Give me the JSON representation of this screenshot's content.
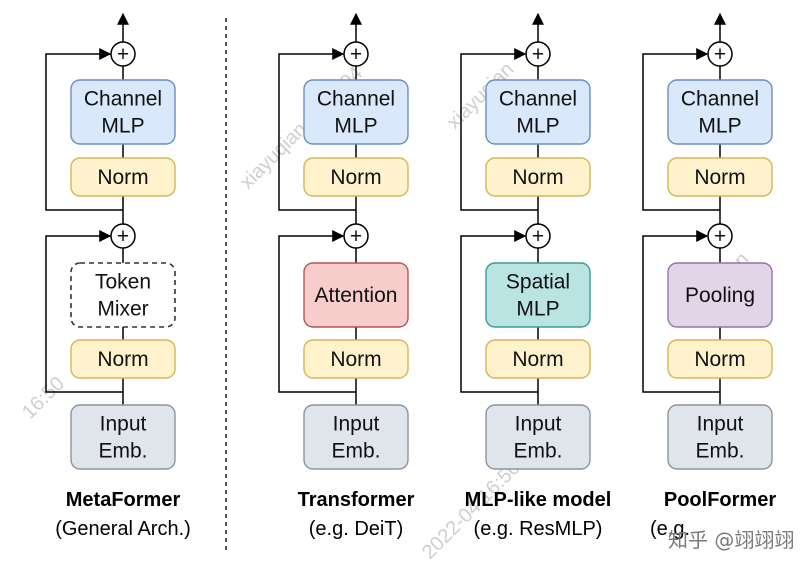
{
  "colors": {
    "mlp": "#dae8fc",
    "mlp_stroke": "#6c8ebf",
    "norm": "#fff2cc",
    "norm_stroke": "#d6b656",
    "emb": "#e0e5eb",
    "emb_stroke": "#8a949e",
    "attention": "#f8cecc",
    "attention_stroke": "#b85450",
    "spatial": "#b9e4e2",
    "spatial_stroke": "#3a9c96",
    "pooling": "#e1d5e7",
    "pooling_stroke": "#9673a6",
    "mixer": "#ffffff",
    "mixer_stroke": "#333333"
  },
  "columns": [
    {
      "id": "metaformer",
      "channel_mlp": [
        "Channel",
        "MLP"
      ],
      "norm_top": "Norm",
      "mixer": [
        "Token",
        "Mixer"
      ],
      "mixer_style": "dashed",
      "norm_bottom": "Norm",
      "input": [
        "Input",
        "Emb."
      ],
      "title": "MetaFormer",
      "subtitle": "(General Arch.)"
    },
    {
      "id": "transformer",
      "channel_mlp": [
        "Channel",
        "MLP"
      ],
      "norm_top": "Norm",
      "mixer": [
        "Attention"
      ],
      "mixer_style": "attention",
      "norm_bottom": "Norm",
      "input": [
        "Input",
        "Emb."
      ],
      "title": "Transformer",
      "subtitle": "(e.g. DeiT)"
    },
    {
      "id": "mlp-like",
      "channel_mlp": [
        "Channel",
        "MLP"
      ],
      "norm_top": "Norm",
      "mixer": [
        "Spatial",
        "MLP"
      ],
      "mixer_style": "spatial",
      "norm_bottom": "Norm",
      "input": [
        "Input",
        "Emb."
      ],
      "title": "MLP-like model",
      "subtitle": "(e.g. ResMLP)"
    },
    {
      "id": "poolformer",
      "channel_mlp": [
        "Channel",
        "MLP"
      ],
      "norm_top": "Norm",
      "mixer": [
        "Pooling"
      ],
      "mixer_style": "pooling",
      "norm_bottom": "Norm",
      "input": [
        "Input",
        "Emb."
      ],
      "title": "PoolFormer",
      "subtitle": "(e.g. "
    }
  ],
  "plus_symbol": "+",
  "watermarks": [
    "xiayuqian 2022-04",
    "xiayuqian",
    "16:50",
    "xiayuqian",
    "2022-04 16:50:19"
  ],
  "credit": "知乎 @翊翊翊"
}
